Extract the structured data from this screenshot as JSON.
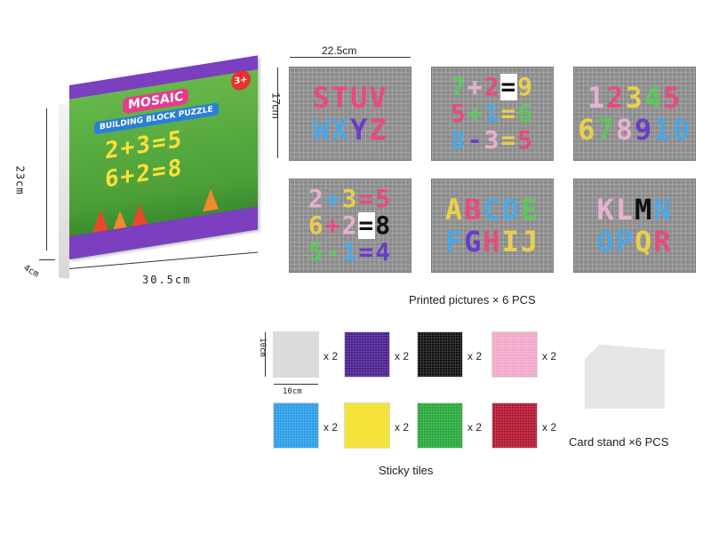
{
  "box": {
    "brand": "MOSAIC",
    "subtitle": "BUILDING BLOCK PUZZLE",
    "age": "3+",
    "equations": [
      "2+3=5",
      "6+2=8"
    ],
    "height": "23cm",
    "width": "30.5cm",
    "depth": "4cm"
  },
  "card_dims": {
    "width": "22.5cm",
    "height": "17cm"
  },
  "cards": [
    {
      "lines": [
        [
          {
            "t": "S",
            "c": "#e84a7f"
          },
          {
            "t": "T",
            "c": "#e84a7f"
          },
          {
            "t": "U",
            "c": "#e84a7f"
          },
          {
            "t": "V",
            "c": "#e84a7f"
          }
        ],
        [
          {
            "t": "W",
            "c": "#4aa8e8"
          },
          {
            "t": "X",
            "c": "#4aa8e8"
          },
          {
            "t": "Y",
            "c": "#6a3cc8"
          },
          {
            "t": "Z",
            "c": "#e84a7f"
          }
        ]
      ]
    },
    {
      "lines": [
        [
          {
            "t": "7",
            "c": "#5cc85c"
          },
          {
            "t": "+",
            "c": "#e8b0d0"
          },
          {
            "t": "2",
            "c": "#e84a7f"
          },
          {
            "t": "=",
            "c": "#111111"
          },
          {
            "t": "9",
            "c": "#e8d04a"
          }
        ],
        [
          {
            "t": "5",
            "c": "#e84a7f"
          },
          {
            "t": "+",
            "c": "#5cc85c"
          },
          {
            "t": "1",
            "c": "#4aa8e8"
          },
          {
            "t": "=",
            "c": "#e8d04a"
          },
          {
            "t": "6",
            "c": "#5cc85c"
          }
        ],
        [
          {
            "t": "8",
            "c": "#4aa8e8"
          },
          {
            "t": "-",
            "c": "#6a3cc8"
          },
          {
            "t": "3",
            "c": "#e8b0d0"
          },
          {
            "t": "=",
            "c": "#e8d04a"
          },
          {
            "t": "5",
            "c": "#e84a7f"
          }
        ]
      ]
    },
    {
      "lines": [
        [
          {
            "t": "1",
            "c": "#e8b0d0"
          },
          {
            "t": "2",
            "c": "#e84a7f"
          },
          {
            "t": "3",
            "c": "#e8d04a"
          },
          {
            "t": "4",
            "c": "#5cc85c"
          },
          {
            "t": "5",
            "c": "#e84a7f"
          }
        ],
        [
          {
            "t": "6",
            "c": "#e8d04a"
          },
          {
            "t": "7",
            "c": "#5cc85c"
          },
          {
            "t": "8",
            "c": "#e8b0d0"
          },
          {
            "t": "9",
            "c": "#6a3cc8"
          },
          {
            "t": "10",
            "c": "#4aa8e8"
          }
        ]
      ]
    },
    {
      "lines": [
        [
          {
            "t": "2",
            "c": "#e8b0d0"
          },
          {
            "t": "+",
            "c": "#4aa8e8"
          },
          {
            "t": "3",
            "c": "#e8d04a"
          },
          {
            "t": "=",
            "c": "#e84a7f"
          },
          {
            "t": "5",
            "c": "#e84a7f"
          }
        ],
        [
          {
            "t": "6",
            "c": "#e8d04a"
          },
          {
            "t": "+",
            "c": "#e84a7f"
          },
          {
            "t": "2",
            "c": "#e8b0d0"
          },
          {
            "t": "=",
            "c": "#111111"
          },
          {
            "t": "8",
            "c": "#111111"
          }
        ],
        [
          {
            "t": "5",
            "c": "#5cc85c"
          },
          {
            "t": "-",
            "c": "#5cc85c"
          },
          {
            "t": "1",
            "c": "#4aa8e8"
          },
          {
            "t": "=",
            "c": "#6a3cc8"
          },
          {
            "t": "4",
            "c": "#6a3cc8"
          }
        ]
      ]
    },
    {
      "lines": [
        [
          {
            "t": "A",
            "c": "#e8d04a"
          },
          {
            "t": "B",
            "c": "#e84a7f"
          },
          {
            "t": "C",
            "c": "#4aa8e8"
          },
          {
            "t": "D",
            "c": "#4aa8e8"
          },
          {
            "t": "E",
            "c": "#5cc85c"
          }
        ],
        [
          {
            "t": "F",
            "c": "#4aa8e8"
          },
          {
            "t": "G",
            "c": "#6a3cc8"
          },
          {
            "t": "H",
            "c": "#e84a7f"
          },
          {
            "t": "I",
            "c": "#e8d04a"
          },
          {
            "t": "J",
            "c": "#e8d04a"
          }
        ]
      ]
    },
    {
      "lines": [
        [
          {
            "t": "K",
            "c": "#e8b0d0"
          },
          {
            "t": "L",
            "c": "#e8b0d0"
          },
          {
            "t": "M",
            "c": "#111111"
          },
          {
            "t": "N",
            "c": "#4aa8e8"
          }
        ],
        [
          {
            "t": "O",
            "c": "#4aa8e8"
          },
          {
            "t": "P",
            "c": "#4aa8e8"
          },
          {
            "t": "Q",
            "c": "#e8d04a"
          },
          {
            "t": "R",
            "c": "#e84a7f"
          }
        ]
      ]
    }
  ],
  "printed_label": "Printed pictures × 6 PCS",
  "tile_dims": {
    "height": "10cm",
    "width": "10cm"
  },
  "tiles": [
    {
      "color": "#d9d9d9",
      "qty": "x 2"
    },
    {
      "color": "#4b1f8f",
      "qty": "x 2"
    },
    {
      "color": "#111111",
      "qty": "x 2"
    },
    {
      "color": "#f2a7c8",
      "qty": "x 2"
    },
    {
      "color": "#2a9de8",
      "qty": "x 2"
    },
    {
      "color": "#f2e02a",
      "qty": "x 2"
    },
    {
      "color": "#27a83a",
      "qty": "x 2"
    },
    {
      "color": "#b2162f",
      "qty": "x 2"
    }
  ],
  "tiles_label": "Sticky tiles",
  "stand_label": "Card stand ×6 PCS"
}
